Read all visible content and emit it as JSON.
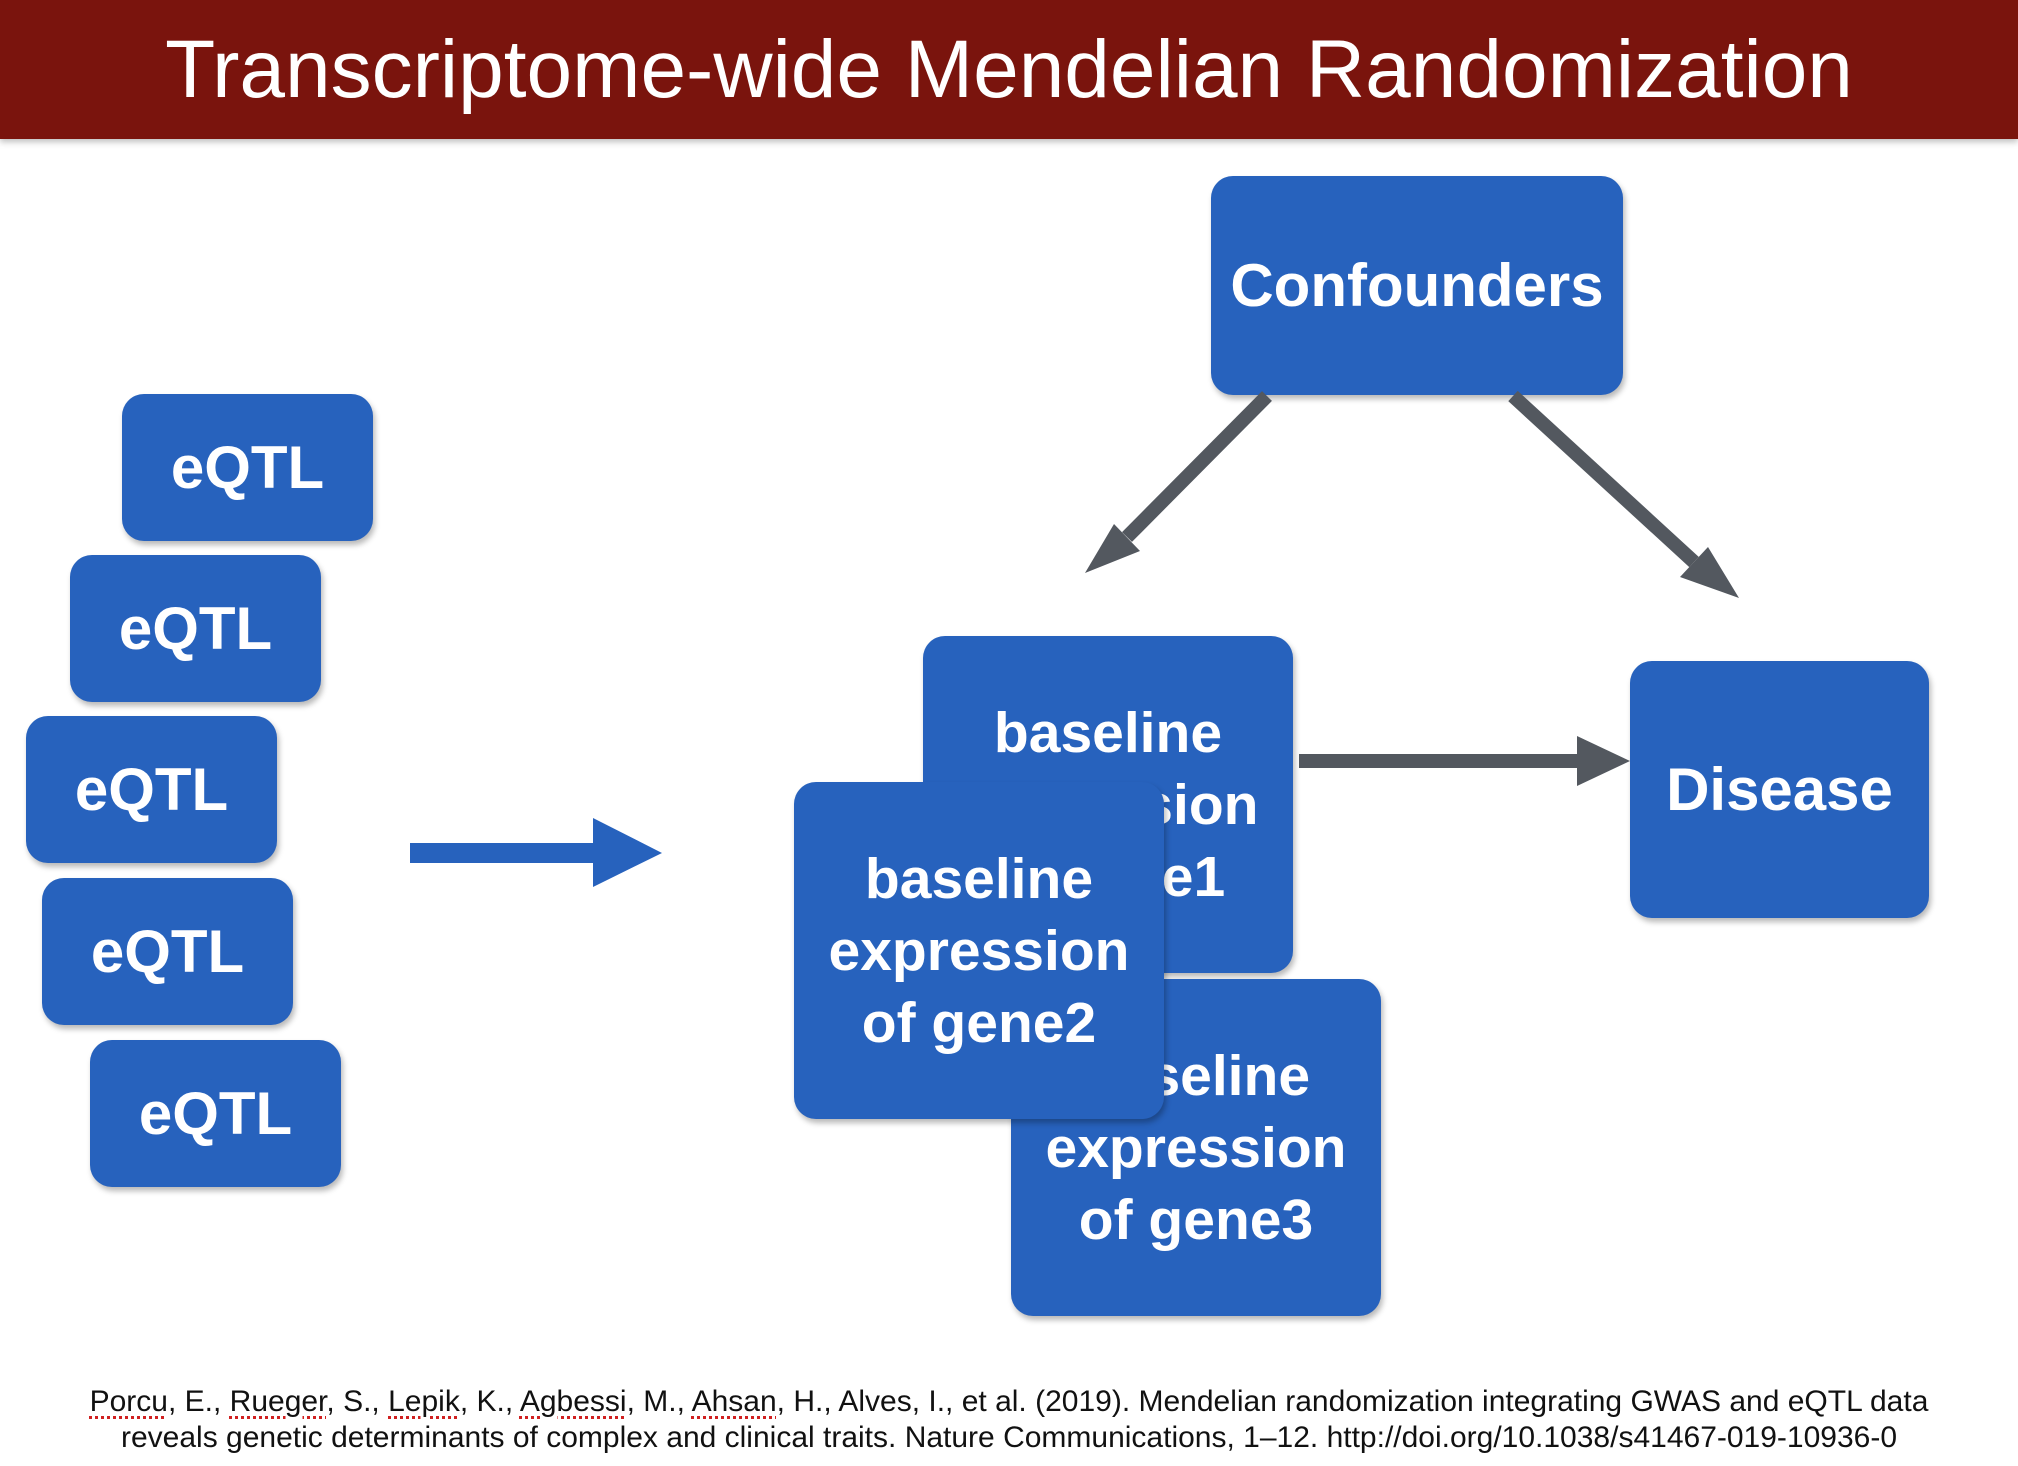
{
  "title": "Transcriptome-wide Mendelian Randomization",
  "nodes": {
    "eqtl": [
      "eQTL",
      "eQTL",
      "eQTL",
      "eQTL",
      "eQTL"
    ],
    "confounders": "Confounders",
    "disease": "Disease",
    "gene1": "baseline\nexpression\nof gene1",
    "gene2": "baseline\nexpression\nof gene2",
    "gene3": "baseline\nexpression\nof gene3"
  },
  "citation": {
    "line1": {
      "a1": "Porcu",
      "s1": ", E., ",
      "a2": "Rueger",
      "s2": ", S., ",
      "a3": "Lepik",
      "s3": ", K., ",
      "a4": "Agbessi",
      "s4": ", M., ",
      "a5": "Ahsan",
      "rest": ", H., Alves, I., et al. (2019). Mendelian randomization integrating GWAS and eQTL data"
    },
    "line2": "reveals genetic determinants of complex and clinical traits. Nature Communications, 1–12. http://doi.org/10.1038/s41467-019-10936-0"
  },
  "colors": {
    "title_bar": "#7a140d",
    "box": "#2762bd",
    "arrow_blue": "#2762bd",
    "arrow_gray": "#53585f"
  }
}
